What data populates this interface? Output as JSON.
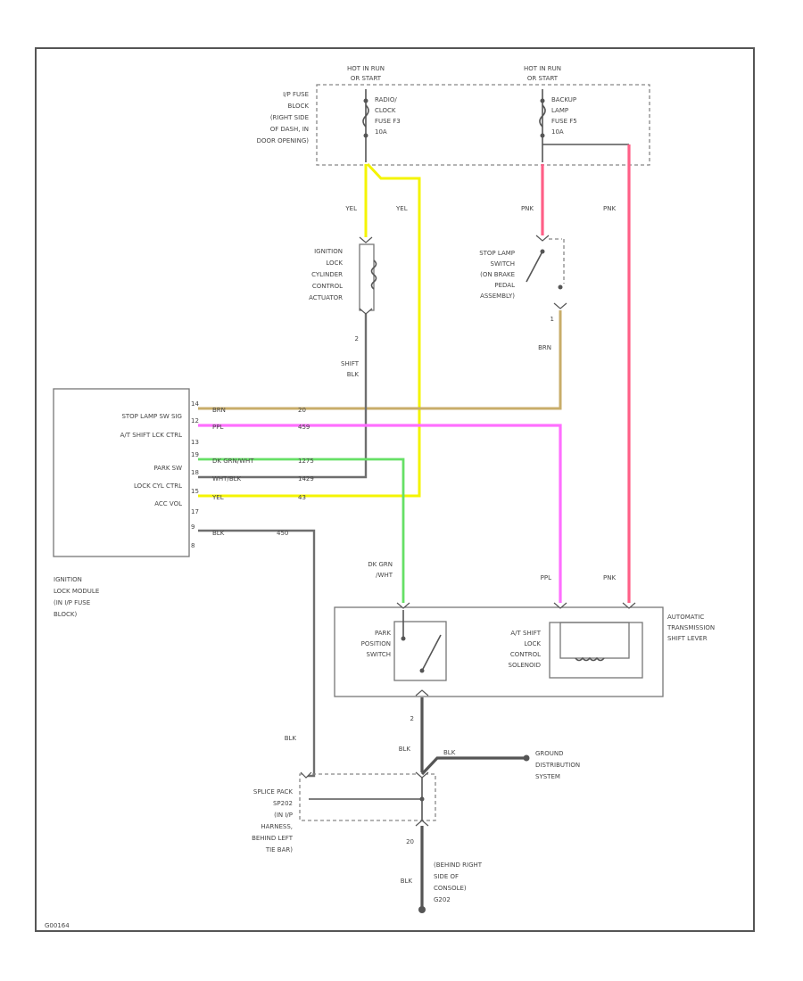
{
  "diagram_id": "G00164",
  "fuse_block": {
    "hot_left": [
      "HOT IN RUN",
      "OR START"
    ],
    "hot_right": [
      "HOT IN RUN",
      "OR START"
    ],
    "label": [
      "I/P FUSE",
      "BLOCK",
      "(RIGHT SIDE",
      "OF DASH, IN",
      "DOOR OPENING)"
    ],
    "fuse_left": [
      "RADIO/",
      "CLOCK",
      "FUSE F3",
      "10A"
    ],
    "fuse_right": [
      "BACKUP",
      "LAMP",
      "FUSE F5",
      "10A"
    ]
  },
  "wires": {
    "yel_1": "YEL",
    "yel_2": "YEL",
    "pnk_1": "PNK",
    "pnk_2": "PNK",
    "brn": "BRN",
    "blk_shift": [
      "SHIFT",
      "BLK"
    ],
    "dk_grn": [
      "DK GRN",
      "/WHT"
    ],
    "ppl": "PPL",
    "pnk_3": "PNK",
    "blk_1": "BLK",
    "blk_2": "BLK",
    "blk_3": "BLK",
    "blk_4": "BLK"
  },
  "ignition_actuator": [
    "IGNITION",
    "LOCK",
    "CYLINDER",
    "CONTROL",
    "ACTUATOR"
  ],
  "actuator_pin": "2",
  "stop_lamp_switch": [
    "STOP LAMP",
    "SWITCH",
    "(ON BRAKE",
    "PEDAL",
    "ASSEMBLY)"
  ],
  "stop_lamp_pin": "1",
  "module": {
    "rows": [
      {
        "label": "STOP LAMP SW SIG",
        "pin": "14",
        "wire": "BRN",
        "circuit": "20"
      },
      {
        "label": "A/T SHIFT LCK CTRL",
        "pin": "12",
        "wire": "PPL",
        "circuit": "459"
      },
      {
        "label": "",
        "pin": "13",
        "wire": "",
        "circuit": ""
      },
      {
        "label": "PARK SW",
        "pin": "19",
        "wire": "DK GRN/WHT",
        "circuit": "1275"
      },
      {
        "label": "LOCK CYL CTRL",
        "pin": "18",
        "wire": "WHT/BLK",
        "circuit": "1429"
      },
      {
        "label": "ACC VOL",
        "pin": "15",
        "wire": "YEL",
        "circuit": "43"
      },
      {
        "label": "",
        "pin": "17",
        "wire": "",
        "circuit": ""
      },
      {
        "label": "",
        "pin": "9",
        "wire": "BLK",
        "circuit": "450"
      },
      {
        "label": "",
        "pin": "8",
        "wire": "",
        "circuit": ""
      }
    ],
    "name": [
      "IGNITION",
      "LOCK MODULE",
      "(IN I/P FUSE",
      "BLOCK)"
    ]
  },
  "shifter": {
    "name": [
      "AUTOMATIC",
      "TRANSMISSION",
      "SHIFT LEVER"
    ],
    "park_switch": [
      "PARK",
      "POSITION",
      "SWITCH"
    ],
    "solenoid": [
      "A/T SHIFT",
      "LOCK",
      "CONTROL",
      "SOLENOID"
    ],
    "pin": "2"
  },
  "ground": {
    "ground_distribution": [
      "GROUND",
      "DISTRIBUTION",
      "SYSTEM"
    ],
    "splice_pack": [
      "SPLICE PACK",
      "SP202",
      "(IN I/P",
      "HARNESS,",
      "BEHIND LEFT",
      "TIE BAR)"
    ],
    "splice_pin": "20",
    "ground_location": [
      "(BEHIND RIGHT",
      "SIDE OF",
      "CONSOLE)",
      "G202"
    ]
  },
  "colors": {
    "yel": "#f4f400",
    "pnk": "#ff5f87",
    "ppl": "#ff6fff",
    "brn": "#c8ad6a",
    "dk_grn": "#66e066",
    "blk": "#6e6e6e"
  }
}
